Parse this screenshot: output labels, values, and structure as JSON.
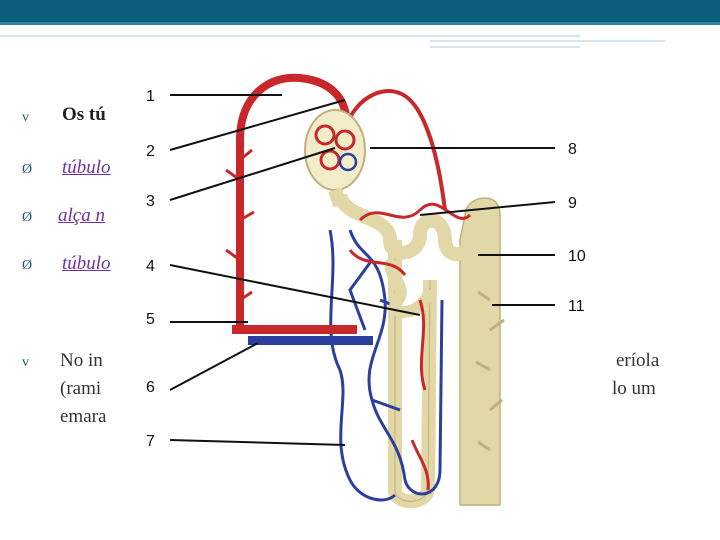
{
  "bullets": [
    {
      "marker": "v",
      "text": "Os tú"
    },
    {
      "marker": "Ø",
      "text": "túbulo"
    },
    {
      "marker": "Ø",
      "text": "alça n"
    },
    {
      "marker": "Ø",
      "text": "túbulo"
    }
  ],
  "paragraph": {
    "marker": "v",
    "line1_start": "No in",
    "line1_end": "eríola",
    "line2_start": "(rami",
    "line2_end": "lo um",
    "line3_start": "emara"
  },
  "labels_left": [
    "1",
    "2",
    "3",
    "4",
    "5",
    "6",
    "7"
  ],
  "labels_right": [
    "8",
    "9",
    "10",
    "11"
  ],
  "colors": {
    "artery": "#c8282b",
    "vein": "#2a3f9e",
    "tubule": "#e2d7a6",
    "tubule_dark": "#bfb07d",
    "header": "#0b5e7a"
  }
}
